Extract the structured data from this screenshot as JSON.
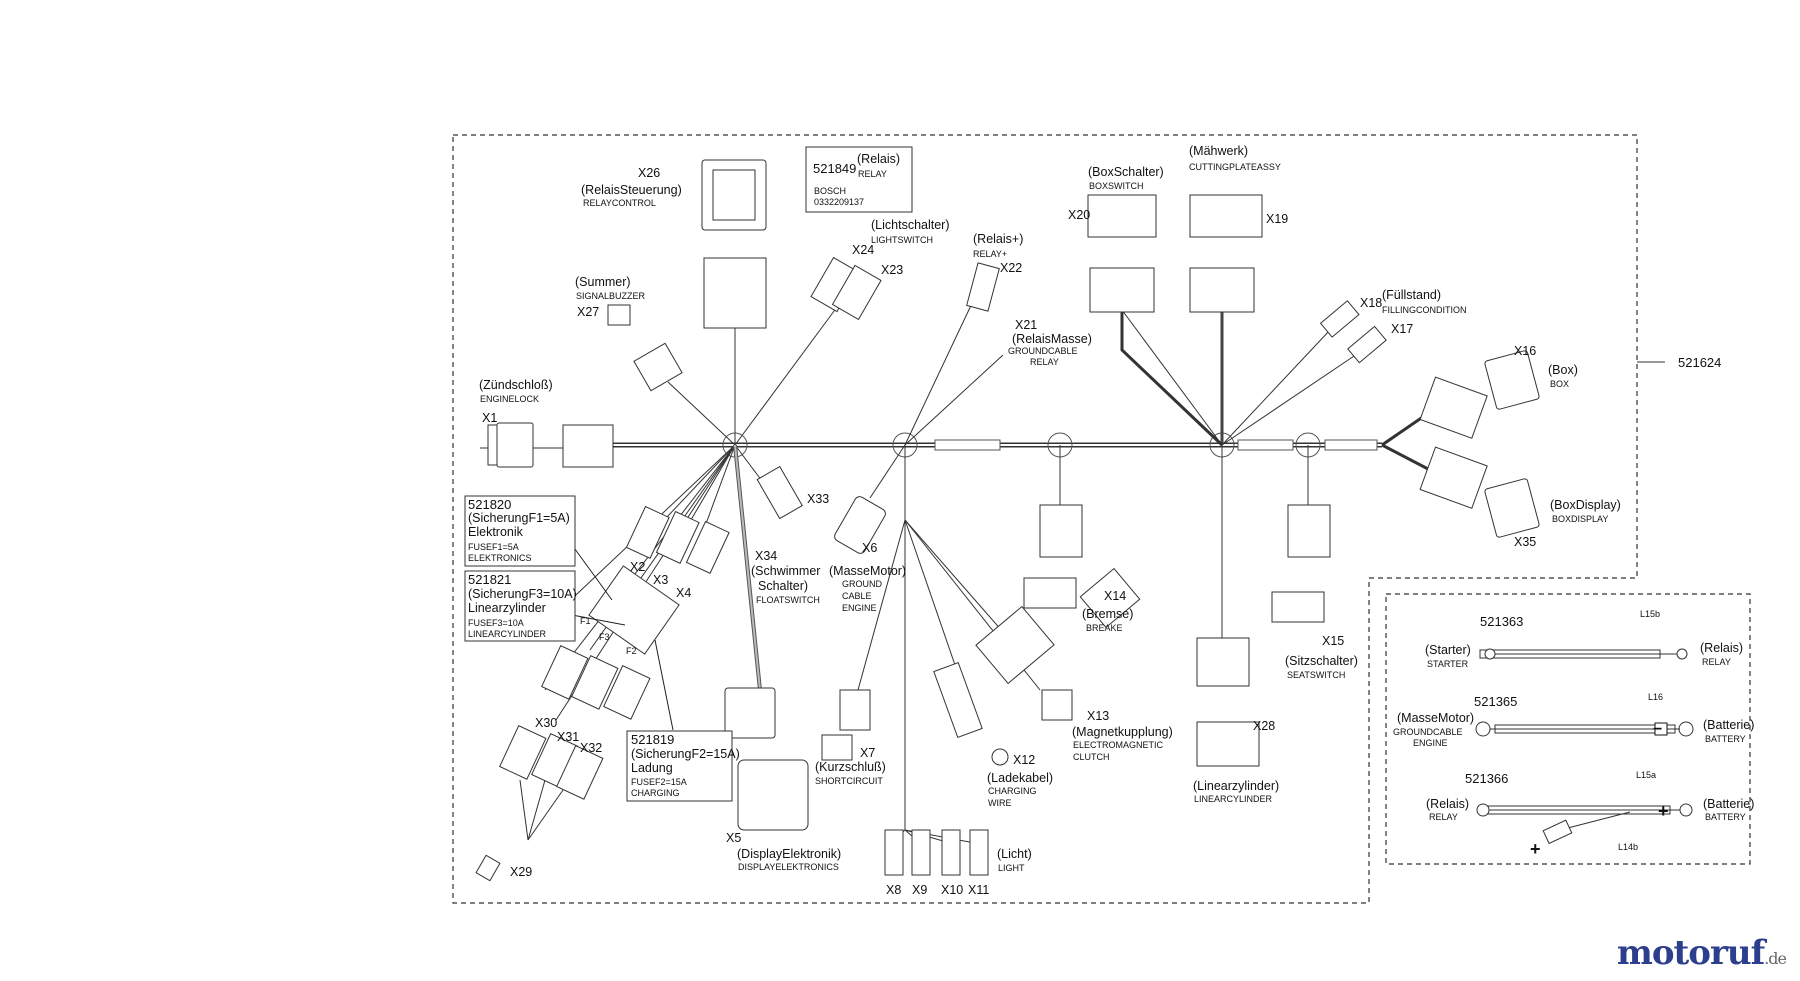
{
  "labels": {
    "x26": "X26",
    "relaissteuerung": "(RelaisSteuerung)",
    "relaycontrol": "RELAYCONTROL",
    "relay_pn": "521849",
    "relais": "(Relais)",
    "relay": "RELAY",
    "bosch": "BOSCH",
    "bosch_pn": "0332209137",
    "lichtschalter": "(Lichtschalter)",
    "lightswitch": "LIGHTSWITCH",
    "x24": "X24",
    "x23": "X23",
    "relaisplus": "(Relais+)",
    "relayplus": "RELAY+",
    "x22": "X22",
    "x21": "X21",
    "relaismasse": "(RelaisMasse)",
    "groundcable": "GROUNDCABLE",
    "relay2": "RELAY",
    "summer": "(Summer)",
    "signalbuzzer": "SIGNALBUZZER",
    "x27": "X27",
    "boxschalter": "(BoxSchalter)",
    "boxswitch": "BOXSWITCH",
    "x20": "X20",
    "maehwerk": "(Mähwerk)",
    "cuttingplate": "CUTTINGPLATEASSY",
    "x19": "X19",
    "x18": "X18",
    "fuellstand": "(Füllstand)",
    "fillingcondition": "FILLINGCONDITION",
    "x17": "X17",
    "x16": "X16",
    "box": "(Box)",
    "box_en": "BOX",
    "harness_pn": "521624",
    "boxdisplay": "(BoxDisplay)",
    "boxdisplay_en": "BOXDISPLAY",
    "x35": "X35",
    "zuendschloss": "(Zündschloß)",
    "enginelock": "ENGINELOCK",
    "x1": "X1",
    "f1_pn": "521820",
    "f1_de": "(SicherungF1=5A)",
    "f1_elek": "Elektronik",
    "f1_en1": "FUSEF1=5A",
    "f1_en2": "ELEKTRONICS",
    "f3_pn": "521821",
    "f3_de": "(SicherungF3=10A)",
    "f3_lin": "Linearzylinder",
    "f3_en1": "FUSEF3=10A",
    "f3_en2": "LINEARCYLINDER",
    "x2": "X2",
    "x3": "X3",
    "x4": "X4",
    "x33": "X33",
    "x34": "X34",
    "schwimmer": "(Schwimmer",
    "schalter": "Schalter)",
    "floatswitch": "FLOATSWITCH",
    "x6": "X6",
    "massemotor": "(MasseMotor)",
    "ground": "GROUND",
    "cable": "CABLE",
    "engine": "ENGINE",
    "x14": "X14",
    "bremse": "(Bremse)",
    "breake": "BREAKE",
    "x15": "X15",
    "sitzschalter": "(Sitzschalter)",
    "seatswitch": "SEATSWITCH",
    "x30": "X30",
    "x31": "X31",
    "x32": "X32",
    "x29": "X29",
    "f2_pn": "521819",
    "f2_de": "(SicherungF2=15A)",
    "f2_lad": "Ladung",
    "f2_en1": "FUSEF2=15A",
    "f2_en2": "CHARGING",
    "x5": "X5",
    "displayelektronik": "(DisplayElektronik)",
    "displayelectronics": "DISPLAYELEKTRONICS",
    "x7": "X7",
    "kurzschluss": "(Kurzschluß)",
    "shortcircuit": "SHORTCIRCUIT",
    "x12": "X12",
    "ladekabel": "(Ladekabel)",
    "charging": "CHARGING",
    "wire": "WIRE",
    "x13": "X13",
    "magnetkupplung": "(Magnetkupplung)",
    "electromagnetic": "ELECTROMAGNETIC",
    "clutch": "CLUTCH",
    "x28": "X28",
    "linearzylinder": "(Linearzylinder)",
    "linearcylinder": "LINEARCYLINDER",
    "x8": "X8",
    "x9": "X9",
    "x10": "X10",
    "x11": "X11",
    "licht": "(Licht)",
    "light": "LIGHT",
    "f1": "F1",
    "f2": "F2",
    "f3": "F3"
  },
  "inset": {
    "c1_pn": "521363",
    "c1_tag": "L15b",
    "c1_left_de": "(Starter)",
    "c1_left_en": "STARTER",
    "c1_right_de": "(Relais)",
    "c1_right_en": "RELAY",
    "c2_pn": "521365",
    "c2_tag": "L16",
    "c2_left_de": "(MasseMotor)",
    "c2_left_en1": "GROUNDCABLE",
    "c2_left_en2": "ENGINE",
    "c2_right_de": "(Batterie)",
    "c2_right_en": "BATTERY",
    "c3_pn": "521366",
    "c3_tag": "L15a",
    "c3_tag2": "L14b",
    "c3_left_de": "(Relais)",
    "c3_left_en": "RELAY",
    "c3_right_de": "(Batterie)",
    "c3_right_en": "BATTERY",
    "minus": "−",
    "plus": "+"
  },
  "brand": {
    "name": "motoruf",
    "tld": ".de",
    "color_m": "#2c3e8c",
    "color_accent": "#c0392b"
  }
}
